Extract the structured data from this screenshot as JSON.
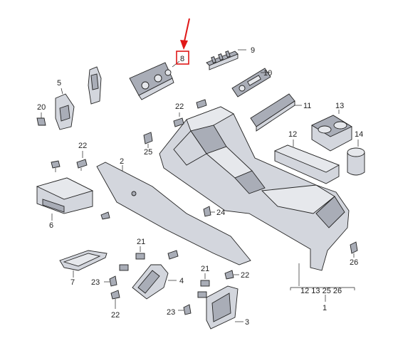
{
  "labels": {
    "p1": "1",
    "p2": "2",
    "p3": "3",
    "p4": "4",
    "p5": "5",
    "p6": "6",
    "p7": "7",
    "p8": "8",
    "p9": "9",
    "p10": "10",
    "p11": "11",
    "p12": "12",
    "p13": "13",
    "p14": "14",
    "p20": "20",
    "p21a": "21",
    "p21b": "21",
    "p22a": "22",
    "p22b": "22",
    "p22c": "22",
    "p22d": "22",
    "p23a": "23",
    "p23b": "23",
    "p24": "24",
    "p25": "25",
    "p26": "26",
    "group1": "12 13 25 26"
  },
  "colors": {
    "highlight": "#e01818",
    "part_fill": "#d3d6dd",
    "line": "#222222"
  },
  "highlight": {
    "part": "8",
    "indicator": "red-arrow-and-box"
  }
}
